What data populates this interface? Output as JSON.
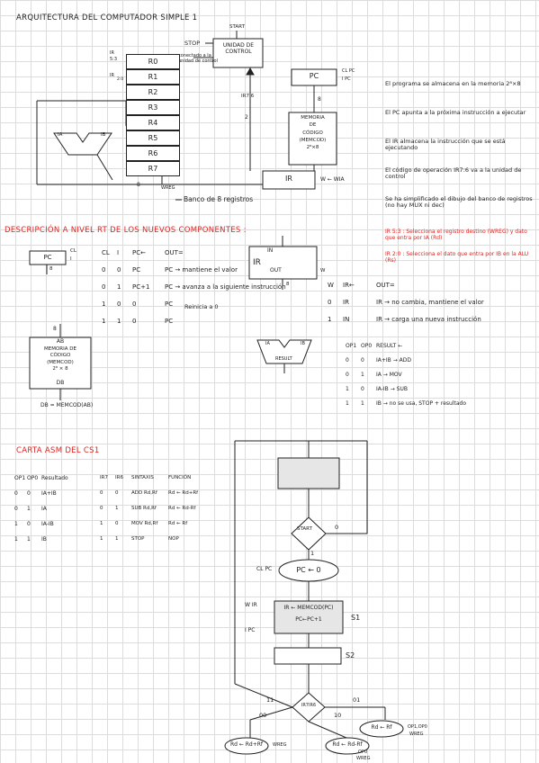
{
  "top": {
    "title": "ARQUITECTURA DEL COMPUTADOR SIMPLE 1",
    "start": "START",
    "stop": "STOP",
    "control_unit": "UNIDAD DE CONTROL",
    "control_note": "conectado a la unidad de control",
    "ia_left": "IA",
    "ib_left": "IB",
    "ir_label": "IR",
    "ir_sub": "5:3",
    "ir_sel": "IR",
    "ir_sel_sub": "2:0",
    "registers": [
      "R0",
      "R1",
      "R2",
      "R3",
      "R4",
      "R5",
      "R6",
      "R7"
    ],
    "wreg": "WREG",
    "bank_label": "Banco de 8 registros",
    "pc": "PC",
    "clpc": "CL PC",
    "ipc": "I PC",
    "memory": [
      "MEMORIA",
      "DE",
      "CÓDIGO",
      "(MEMCOD)",
      "2⁸×8"
    ],
    "ir7_6": "IR7:6",
    "two": "2",
    "eight": "8",
    "ir_box": "IR",
    "wia": "W ← WIA",
    "notes": [
      "El programa se almacena en la memoria 2⁸×8",
      "El PC apunta a la próxima instrucción a ejecutar",
      "El IR almacena la instrucción que se está ejecutando",
      "El código de operación IR7:6 va a la unidad de control",
      "Se ha simplificado el dibujo del banco de registros (no hay MUX ni dec)"
    ],
    "red_notes": [
      "IR 5:3 : Selecciona el registro destino (WREG) y dato que entra por IA (Rd)",
      "IR 2:0 : Selecciona el dato que entra por IB en la ALU (Rs)"
    ]
  },
  "middle": {
    "title": "DESCRIPCIÓN A NIVEL RT DE LOS NUEVOS COMPONENTES :",
    "pc_cl": "CL",
    "pc_i": "I",
    "pc_label": "PC",
    "pc_width": "8",
    "pc_table": {
      "header": [
        "CL",
        "I",
        "PC←",
        "OUT="
      ],
      "rows": [
        [
          "0",
          "0",
          "PC",
          "PC → mantiene el valor"
        ],
        [
          "0",
          "1",
          "PC+1",
          "PC → avanza a la siguiente instrucción"
        ],
        [
          "1",
          "0",
          "0",
          "PC"
        ],
        [
          "1",
          "1",
          "0",
          "PC"
        ]
      ],
      "reset_note": "Reinicia a 0"
    },
    "ir_in": "IN",
    "ir_label": "IR",
    "ir_out": "OUT",
    "ir_w": "W",
    "ir_width": "8",
    "ir_table": {
      "header": [
        "W",
        "IR←",
        "OUT="
      ],
      "rows": [
        [
          "0",
          "IR",
          "IR → no cambia, mantiene el valor"
        ],
        [
          "1",
          "IN",
          "IR → carga una nueva instrucción"
        ]
      ]
    },
    "mem_ab": "AB",
    "mem_lines": [
      "MEMORIA DE",
      "CÓDIGO",
      "(MEMCOD)",
      "2⁸ × 8"
    ],
    "mem_db": "DB",
    "mem_eq": "DB = MEMCOD(AB)",
    "alu_ia": "IA",
    "alu_ib": "IB",
    "alu_result": "RESULT",
    "alu_table": {
      "header": [
        "OP1",
        "OP0",
        "RESULT ←"
      ],
      "rows": [
        [
          "0",
          "0",
          "IA+IB → ADD"
        ],
        [
          "0",
          "1",
          "IA → MOV"
        ],
        [
          "1",
          "0",
          "IA-IB → SUB"
        ],
        [
          "1",
          "1",
          "IB → no se usa, STOP + resultado"
        ]
      ]
    }
  },
  "bottom": {
    "title": "CARTA ASM DEL CS1",
    "op_table": {
      "header": [
        "OP1",
        "OP0",
        "Resultado"
      ],
      "rows": [
        [
          "0",
          "0",
          "IA+IB"
        ],
        [
          "0",
          "1",
          "IA"
        ],
        [
          "1",
          "0",
          "IA-IB"
        ],
        [
          "1",
          "1",
          "IB"
        ]
      ]
    },
    "instr_table": {
      "header": [
        "IR7",
        "IR6",
        "SINTAXIS",
        "FUNCIÓN"
      ],
      "rows": [
        [
          "0",
          "0",
          "ADD Rd,Rf",
          "Rd ← Rd+Rf"
        ],
        [
          "0",
          "1",
          "SUB Rd,Rf",
          "Rd ← Rd-Rf"
        ],
        [
          "1",
          "0",
          "MOV Rd,Rf",
          "Rd ← Rf"
        ],
        [
          "1",
          "1",
          "STOP",
          "NOP"
        ]
      ]
    },
    "asm": {
      "start": "START",
      "zero": "0",
      "one": "1",
      "clpc": "CL PC",
      "pc0": "PC ← 0",
      "wir": "W IR",
      "ipc": "I PC",
      "s1_line1": "IR ← MEMCOD(PC)",
      "s1_line2": "PC←PC+1",
      "s1": "S1",
      "s2": "S2",
      "decision": "IR7IR6",
      "b11": "11",
      "b01": "01",
      "b00": "00",
      "b10": "10",
      "rd_rf_add": "Rd ← Rd+Rf",
      "wreg_add": "WREG",
      "rd_rf_sub": "Rd ← Rd-Rf",
      "op0": "OP0",
      "wreg_sub": "WREG",
      "rd_rf_mov": "Rd ← Rf",
      "op1op0": "OP1,OP0",
      "wreg_mov": "WREG"
    }
  }
}
